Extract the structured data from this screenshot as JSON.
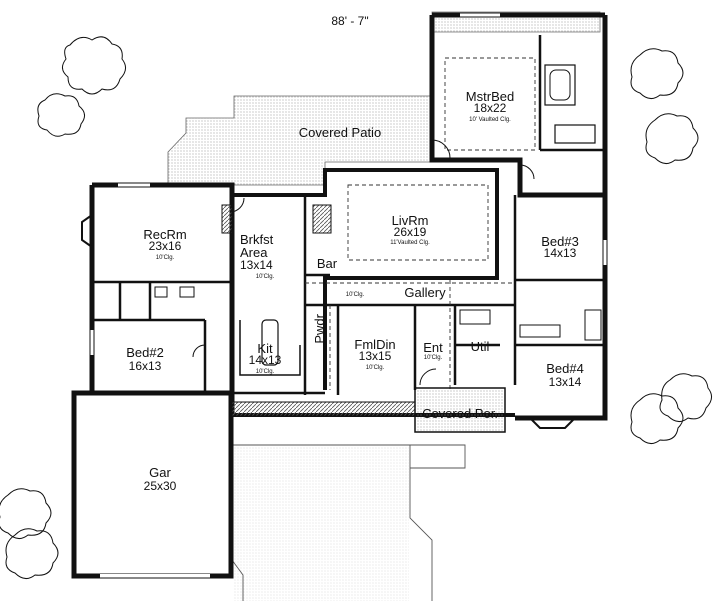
{
  "overall_dimension": "88' - 7\"",
  "rooms": {
    "mstrbed": {
      "name": "MstrBed",
      "size": "18x22",
      "ceiling": "10' Vaulted Clg."
    },
    "covered_patio": {
      "name": "Covered Patio"
    },
    "recrm": {
      "name": "RecRm",
      "size": "23x16",
      "ceiling": "10'Clg."
    },
    "brkfst": {
      "name1": "Brkfst",
      "name2": "Area",
      "size": "13x14",
      "ceiling": "10'Clg."
    },
    "livrm": {
      "name": "LivRm",
      "size": "26x19",
      "ceiling": "11'Vaulted Clg."
    },
    "bar": {
      "name": "Bar"
    },
    "bed3": {
      "name": "Bed#3",
      "size": "14x13"
    },
    "gallery": {
      "name": "Gallery",
      "ceiling": "10'Clg."
    },
    "pwdr": {
      "name": "Pwdr"
    },
    "bed2": {
      "name": "Bed#2",
      "size": "16x13"
    },
    "kit": {
      "name": "Kit",
      "size": "14x13",
      "ceiling": "10'Clg."
    },
    "fmldin": {
      "name": "FmlDin",
      "size": "13x15",
      "ceiling": "10'Clg."
    },
    "ent": {
      "name": "Ent",
      "ceiling": "10'Clg."
    },
    "util": {
      "name": "Util"
    },
    "bed4": {
      "name": "Bed#4",
      "size": "13x14"
    },
    "covered_por": {
      "name": "Covered Por."
    },
    "gar": {
      "name": "Gar",
      "size": "25x30"
    }
  }
}
